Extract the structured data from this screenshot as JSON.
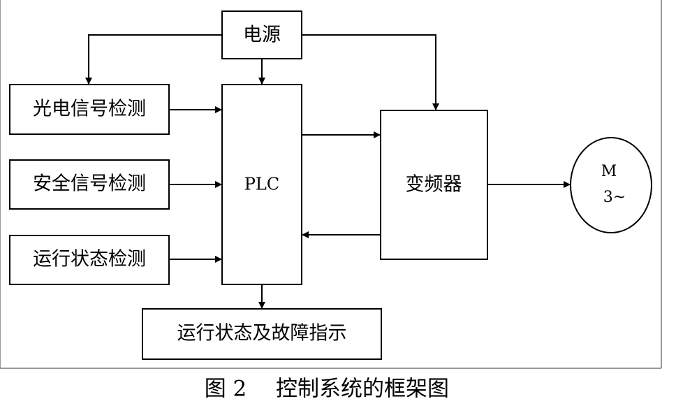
{
  "diagram": {
    "power": "电源",
    "photo_detect": "光电信号检测",
    "safety_detect": "安全信号检测",
    "status_detect": "运行状态检测",
    "plc": "PLC",
    "inverter": "变频器",
    "motor_line1": "M",
    "motor_line2": "3~",
    "indicator": "运行状态及故障指示"
  },
  "caption": {
    "figure_number": "图 2",
    "title": "控制系统的框架图"
  }
}
